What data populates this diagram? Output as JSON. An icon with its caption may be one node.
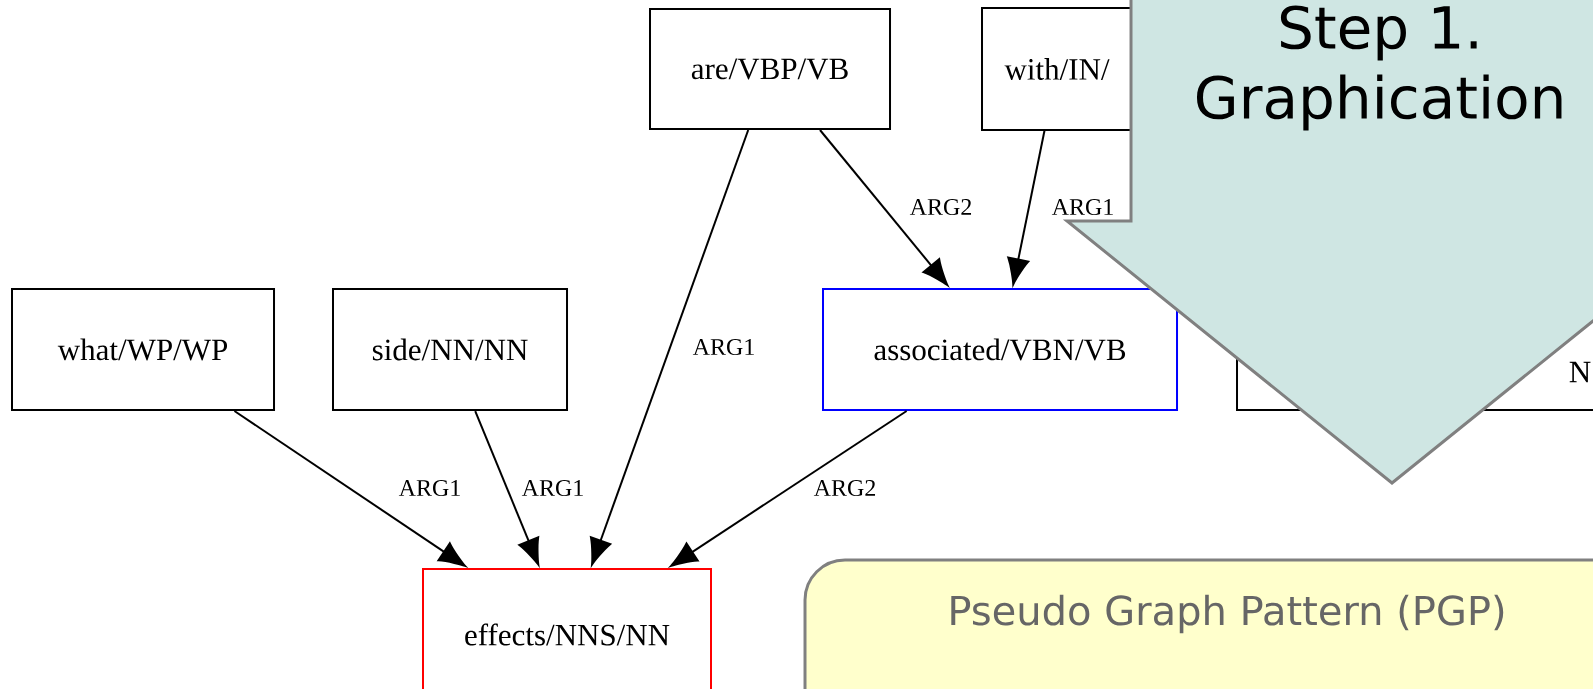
{
  "diagram": {
    "nodes": [
      {
        "text": [
          "are/VBP/VB"
        ]
      },
      {
        "text": [
          "with/IN/"
        ]
      },
      {
        "text": [
          "what/WP/WP"
        ]
      },
      {
        "text": [
          "side/NN/NN"
        ]
      },
      {
        "text": [
          "associated/VBN/VB"
        ]
      },
      {
        "text": [
          "N"
        ]
      },
      {
        "text": [
          "effects/NNS/NN"
        ]
      },
      {
        "text": [
          "Step 1.",
          "Graphication"
        ]
      },
      {
        "text": [
          "Pseudo Graph Pattern (PGP)"
        ]
      }
    ],
    "edges": [
      {
        "from": 0,
        "to": 6,
        "arrow": "to",
        "label": "ARG1"
      },
      {
        "from": 0,
        "to": 4,
        "arrow": "to",
        "label": "ARG2"
      },
      {
        "from": 1,
        "to": 4,
        "arrow": "to",
        "label": "ARG1"
      },
      {
        "from": 2,
        "to": 6,
        "arrow": "to",
        "label": "ARG1"
      },
      {
        "from": 3,
        "to": 6,
        "arrow": "to",
        "label": "ARG1"
      },
      {
        "from": 4,
        "to": 6,
        "arrow": "to",
        "label": "ARG2"
      }
    ]
  }
}
